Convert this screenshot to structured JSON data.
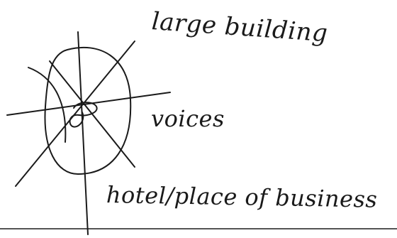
{
  "labels": {
    "top": "large building",
    "middle": "voices",
    "bottom": "hotel/place of business"
  },
  "ink_color": "#1a1a1a"
}
